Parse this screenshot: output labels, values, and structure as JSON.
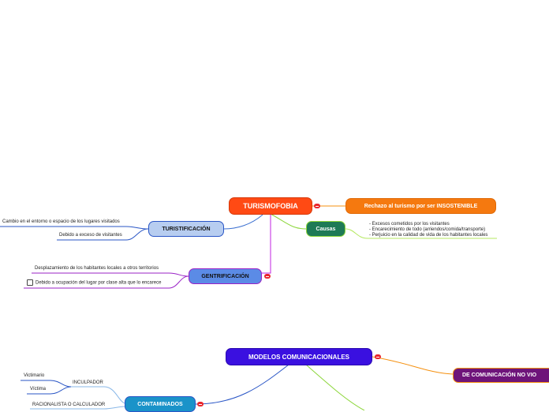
{
  "map1": {
    "root": "TURISMOFOBIA",
    "rechazo": "Rechazo al turismo por ser INSOSTENIBLE",
    "causas": "Causas",
    "causas_items": [
      "- Excesos cometidos por los visitantes",
      "- Encarecimiento de todo (arriendos/comida/transporte)",
      "- Perjuicio en la calidad de vida de los habitantes locales"
    ],
    "turistificacion": "TURISTIFICACIÓN",
    "turist_items": [
      "Cambio en el entorno o espacio de los lugares visitados",
      "Debido a exceso de visitantes"
    ],
    "gentrificacion": "GENTRIFICACIÓN",
    "gentri_items": [
      "Desplazamiento de los habitantes locales a otros territorios",
      "Debido a ocupación del lugar por clase alta que lo encarece"
    ]
  },
  "map2": {
    "root": "MODELOS COMUNICACIONALES",
    "de_comunicacion": "DE COMUNICACIÓN NO VIO",
    "contaminados": "CONTAMINADOS",
    "inculpador": "INCULPADOR",
    "inculpador_items": [
      "Victimario",
      "Víctima"
    ],
    "racionalista": "RACIONALISTA O CALCULADOR"
  },
  "colors": {
    "turismofobia": "#ff4a14",
    "rechazo": "#f5790f",
    "causas": "#1e7a56",
    "turistificacion": "#b7cdf0",
    "gentrificacion": "#5b8be6",
    "modelos": "#3a10e0",
    "de_comunicacion": "#6e147a",
    "contaminados": "#1a93c9"
  }
}
